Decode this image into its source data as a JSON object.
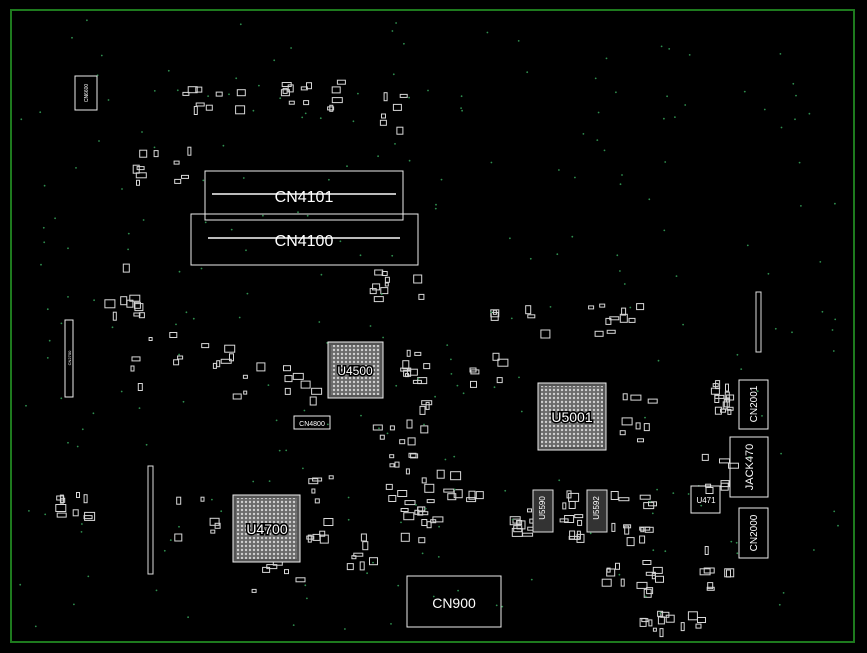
{
  "colors": {
    "background": "#000000",
    "board_outline": "#1e7a1e",
    "component_outline": "#e8e8e8",
    "via_dot": "#2f8f4f"
  },
  "components": {
    "cn4101": "CN4101",
    "cn4100": "CN4100",
    "u4500": "U4500",
    "u5001": "U5001",
    "u4700": "U4700",
    "cn900": "CN900",
    "cn2001": "CN2001",
    "jack470": "JACK470",
    "u471": "U471",
    "cn2000": "CN2000",
    "cn4800": "CN4800",
    "u5590": "U5590",
    "u5592": "U5592",
    "cn6600": "CN6600",
    "cn2700": "CN2700"
  }
}
